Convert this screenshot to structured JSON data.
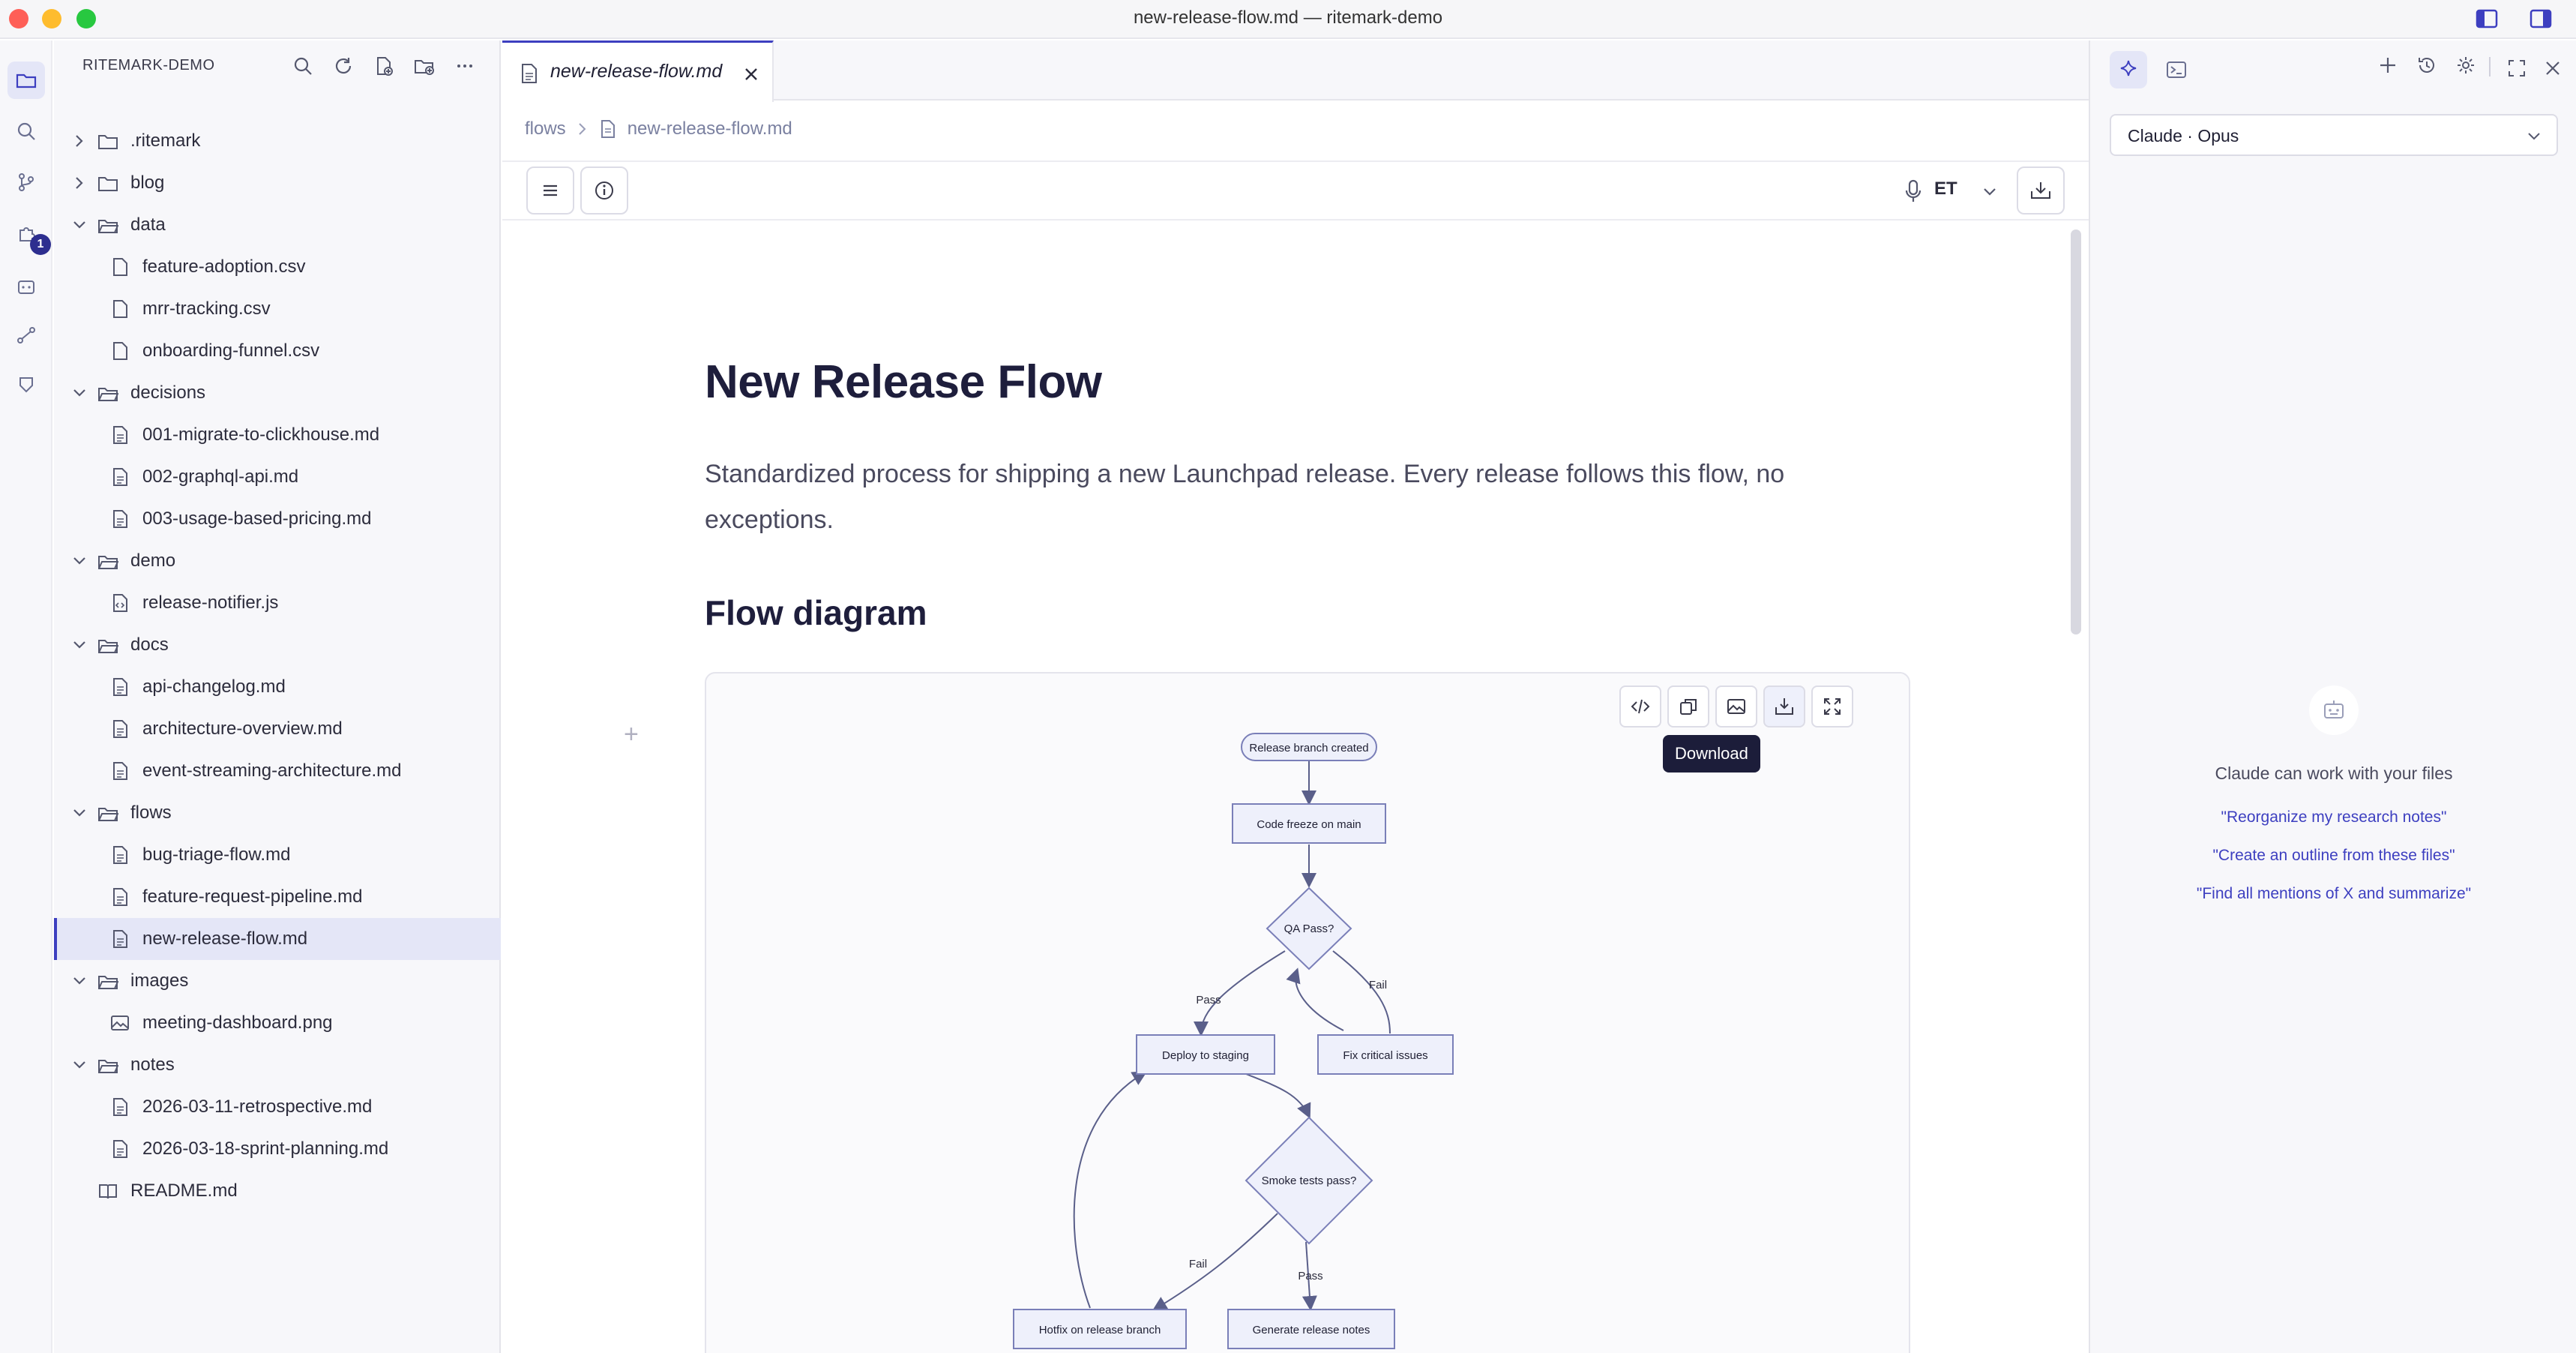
{
  "window": {
    "title": "new-release-flow.md — ritemark-demo"
  },
  "activity_bar": {
    "extensions_badge": "1"
  },
  "explorer": {
    "header": "RITEMARK-DEMO",
    "tree": [
      {
        "label": ".ritemark",
        "type": "folder",
        "open": false,
        "depth": 0
      },
      {
        "label": "blog",
        "type": "folder",
        "open": false,
        "depth": 0
      },
      {
        "label": "data",
        "type": "folder",
        "open": true,
        "depth": 0
      },
      {
        "label": "feature-adoption.csv",
        "type": "file",
        "depth": 1
      },
      {
        "label": "mrr-tracking.csv",
        "type": "file",
        "depth": 1
      },
      {
        "label": "onboarding-funnel.csv",
        "type": "file",
        "depth": 1
      },
      {
        "label": "decisions",
        "type": "folder",
        "open": true,
        "depth": 0
      },
      {
        "label": "001-migrate-to-clickhouse.md",
        "type": "doc",
        "depth": 1
      },
      {
        "label": "002-graphql-api.md",
        "type": "doc",
        "depth": 1
      },
      {
        "label": "003-usage-based-pricing.md",
        "type": "doc",
        "depth": 1
      },
      {
        "label": "demo",
        "type": "folder",
        "open": true,
        "depth": 0
      },
      {
        "label": "release-notifier.js",
        "type": "code",
        "depth": 1
      },
      {
        "label": "docs",
        "type": "folder",
        "open": true,
        "depth": 0
      },
      {
        "label": "api-changelog.md",
        "type": "doc",
        "depth": 1
      },
      {
        "label": "architecture-overview.md",
        "type": "doc",
        "depth": 1
      },
      {
        "label": "event-streaming-architecture.md",
        "type": "doc",
        "depth": 1
      },
      {
        "label": "flows",
        "type": "folder",
        "open": true,
        "depth": 0
      },
      {
        "label": "bug-triage-flow.md",
        "type": "doc",
        "depth": 1
      },
      {
        "label": "feature-request-pipeline.md",
        "type": "doc",
        "depth": 1
      },
      {
        "label": "new-release-flow.md",
        "type": "doc",
        "depth": 1,
        "selected": true
      },
      {
        "label": "images",
        "type": "folder",
        "open": true,
        "depth": 0
      },
      {
        "label": "meeting-dashboard.png",
        "type": "image",
        "depth": 1
      },
      {
        "label": "notes",
        "type": "folder",
        "open": true,
        "depth": 0
      },
      {
        "label": "2026-03-11-retrospective.md",
        "type": "doc",
        "depth": 1
      },
      {
        "label": "2026-03-18-sprint-planning.md",
        "type": "doc",
        "depth": 1
      },
      {
        "label": "README.md",
        "type": "book",
        "depth": 0
      }
    ]
  },
  "editor": {
    "tab_label": "new-release-flow.md",
    "breadcrumb": {
      "folder": "flows",
      "file": "new-release-flow.md"
    },
    "language": "ET",
    "doc": {
      "title": "New Release Flow",
      "paragraph": "Standardized process for shipping a new Launchpad release. Every release follows this flow, no exceptions.",
      "section_heading": "Flow diagram"
    },
    "diagram": {
      "tooltip": "Download",
      "nodes": {
        "start": "Release branch created",
        "freeze": "Code freeze on main",
        "qa": "QA Pass?",
        "staging": "Deploy to staging",
        "fix": "Fix critical issues",
        "smoke": "Smoke tests pass?",
        "hotfix": "Hotfix on release branch",
        "notes": "Generate release notes"
      },
      "edges": {
        "qa_pass": "Pass",
        "qa_fail": "Fail",
        "smoke_fail": "Fail",
        "smoke_pass": "Pass"
      }
    }
  },
  "assistant": {
    "model": "Claude · Opus",
    "empty_title": "Claude can work with your files",
    "suggestions": [
      "\"Reorganize my research notes\"",
      "\"Create an outline from these files\"",
      "\"Find all mentions of X and summarize\""
    ]
  },
  "colors": {
    "accent": "#3d3fc0",
    "selected_bg": "#e4e6f7",
    "node_fill": "#eef0fb",
    "node_stroke": "#7a7fb8",
    "heading": "#1e1e3c"
  }
}
